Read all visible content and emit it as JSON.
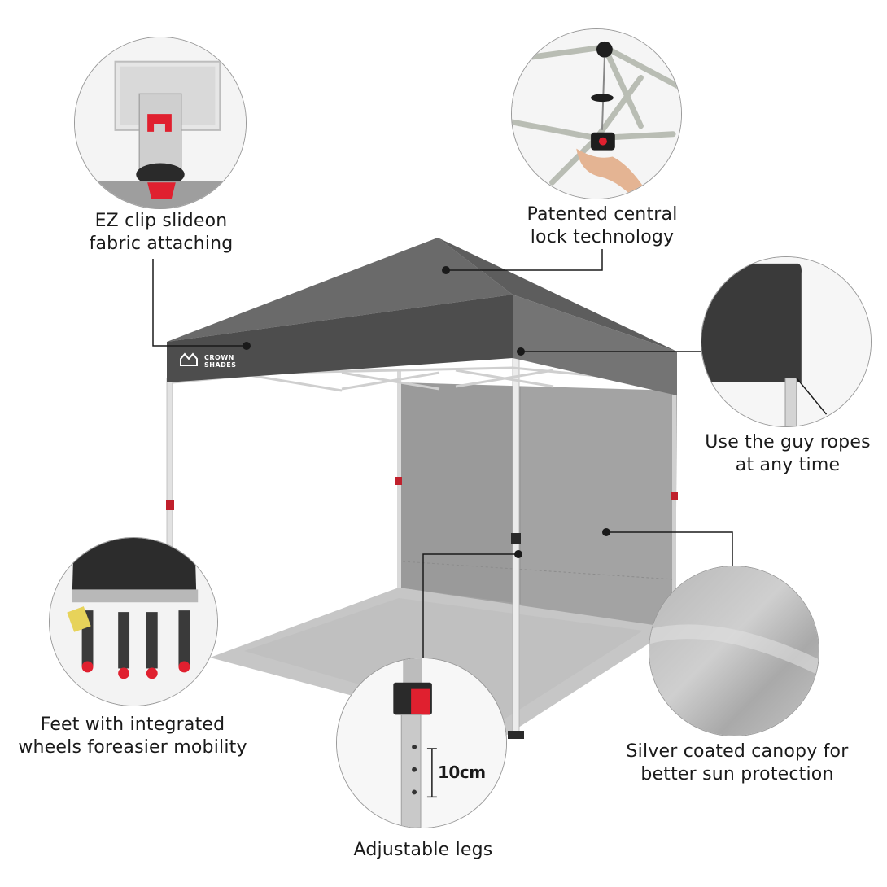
{
  "brand": {
    "line1": "CROWN",
    "line2": "SHADES"
  },
  "features": {
    "clip": {
      "line1": "EZ clip slideon",
      "line2": "fabric attaching"
    },
    "lock": {
      "line1": "Patented central",
      "line2": "lock technology"
    },
    "ropes": {
      "line1": "Use the guy ropes",
      "line2": "at any time"
    },
    "feet": {
      "line1": "Feet with integrated",
      "line2": "wheels foreasier mobility"
    },
    "canopy": {
      "line1": "Silver coated canopy for",
      "line2": "better sun protection"
    },
    "legs": {
      "line1": "Adjustable legs"
    }
  },
  "leg_spacing": "10cm",
  "colors": {
    "canopy": "#636363",
    "canopy_dark": "#4a4a4a",
    "wall": "#9d9d9d",
    "frame": "#e6e6e6",
    "accent_red": "#e0202f",
    "shadow": "#c9c9c9",
    "leader": "#1a1a1a"
  }
}
